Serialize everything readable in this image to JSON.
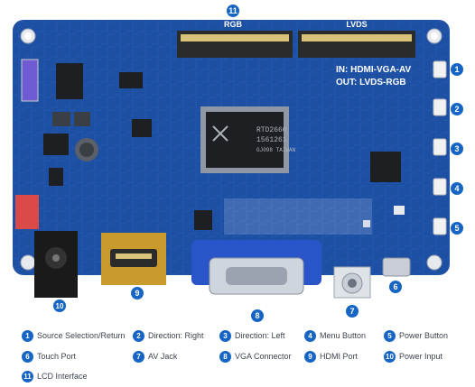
{
  "board": {
    "silkscreen_in": "IN: HDMI-VGA-AV",
    "silkscreen_out": "OUT: LVDS-RGB",
    "rgb_label": "RGB",
    "lvds_label": "LVDS",
    "chip_line1": "RTD2660",
    "chip_line2": "1561261",
    "chip_line3": "GJ098 TAIWAN",
    "colors": {
      "pcb": "#1d4fa3",
      "accent": "#1665c4",
      "vga": "#2a55c9",
      "hdmi": "#c99a2e"
    }
  },
  "callouts": [
    "1",
    "2",
    "3",
    "4",
    "5",
    "6",
    "7",
    "8",
    "9",
    "10",
    "11"
  ],
  "legend": [
    {
      "num": "1",
      "label": "Source Selection/Return"
    },
    {
      "num": "2",
      "label": "Direction: Right"
    },
    {
      "num": "3",
      "label": "Direction: Left"
    },
    {
      "num": "4",
      "label": "Menu Button"
    },
    {
      "num": "5",
      "label": "Power Button"
    },
    {
      "num": "6",
      "label": "Touch Port"
    },
    {
      "num": "7",
      "label": "AV Jack"
    },
    {
      "num": "8",
      "label": "VGA Connector"
    },
    {
      "num": "9",
      "label": "HDMI Port"
    },
    {
      "num": "10",
      "label": "Power Input"
    },
    {
      "num": "11",
      "label": "LCD Interface"
    }
  ]
}
